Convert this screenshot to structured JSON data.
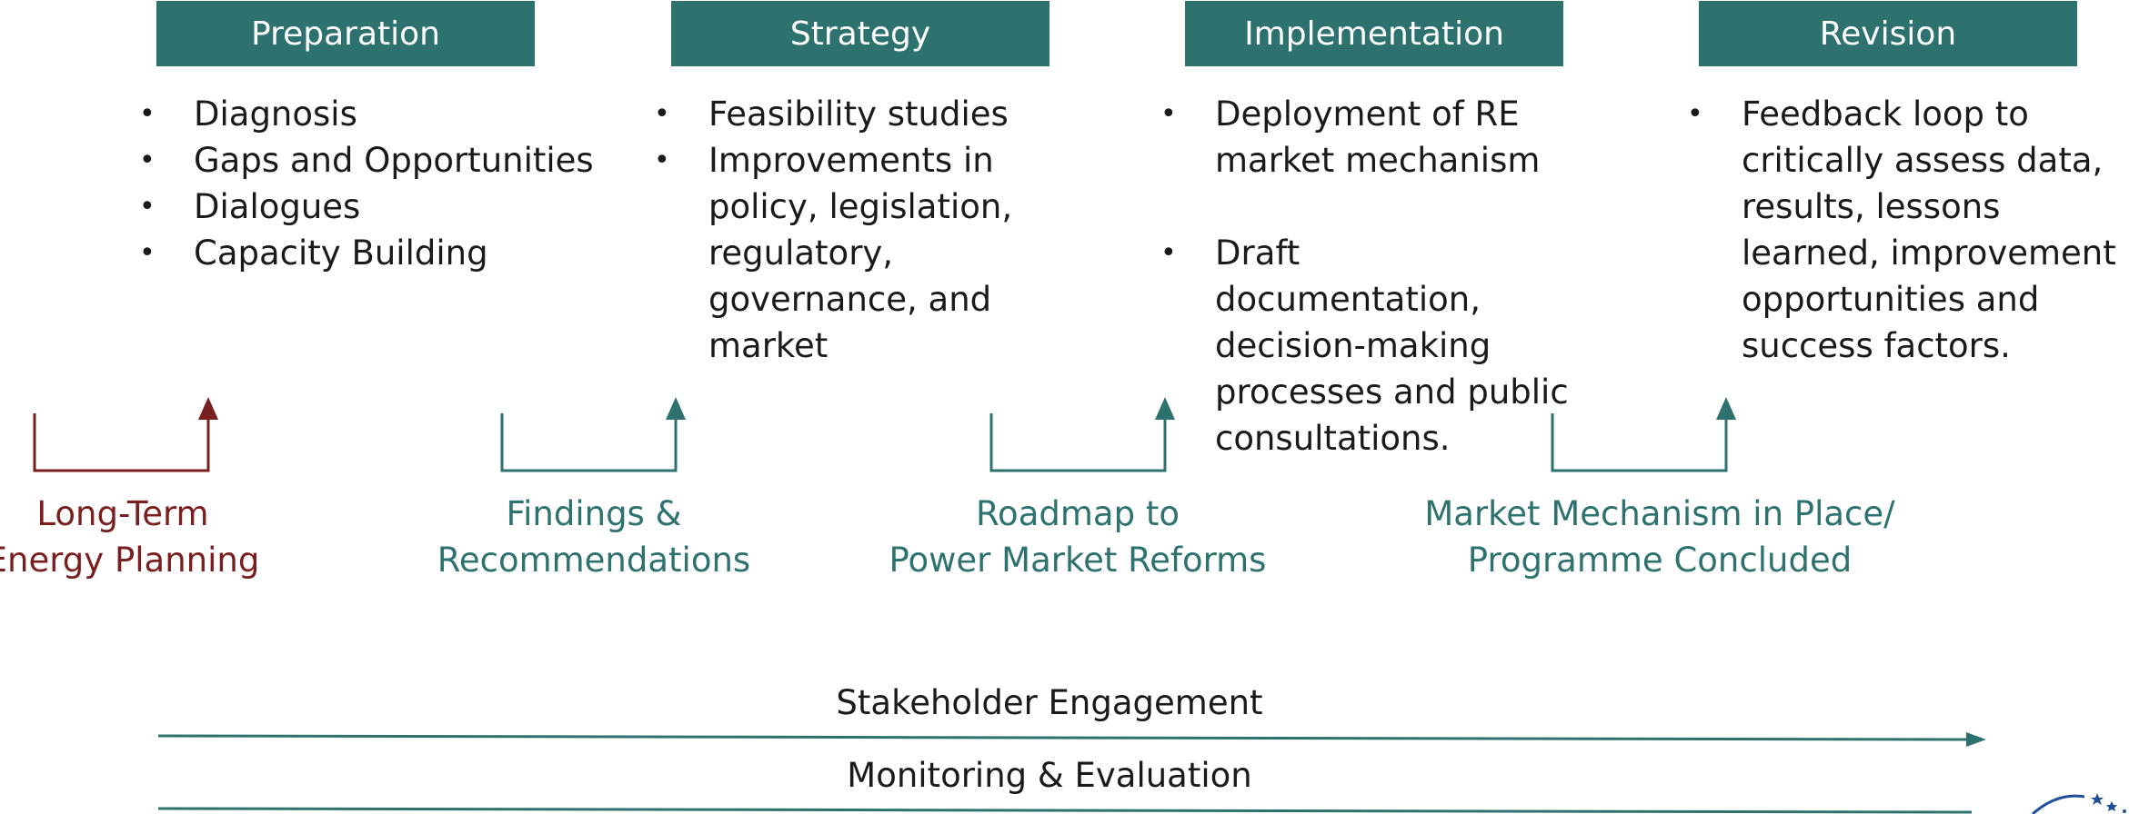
{
  "phases": [
    {
      "title": "Preparation",
      "items": [
        "Diagnosis",
        "Gaps and Opportunities",
        "Dialogues",
        "Capacity Building"
      ]
    },
    {
      "title": "Strategy",
      "items": [
        "Feasibility studies",
        "Improvements in policy, legislation, regulatory, governance, and market"
      ]
    },
    {
      "title": "Implementation",
      "items": [
        "Deployment of RE market mechanism",
        "Draft documentation, decision-making processes and public consultations."
      ]
    },
    {
      "title": "Revision",
      "items": [
        "Feedback loop to critically assess data, results, lessons learned, improvement opportunities and success factors."
      ]
    }
  ],
  "milestones": [
    {
      "lines": [
        "Long-Term",
        "Energy Planning"
      ],
      "color": "#7a1f1f"
    },
    {
      "lines": [
        "Findings &",
        "Recommendations"
      ],
      "color": "#2e7270"
    },
    {
      "lines": [
        "Roadmap to",
        "Power Market Reforms"
      ],
      "color": "#2e7270"
    },
    {
      "lines": [
        "Market Mechanism in Place/",
        "Programme Concluded"
      ],
      "color": "#2e7270"
    }
  ],
  "bands": {
    "stakeholder": "Stakeholder Engagement",
    "monitoring": "Monitoring & Evaluation"
  },
  "colors": {
    "teal": "#2e7270",
    "maroon": "#7a1f1f",
    "logo": "#1f4e9a"
  }
}
